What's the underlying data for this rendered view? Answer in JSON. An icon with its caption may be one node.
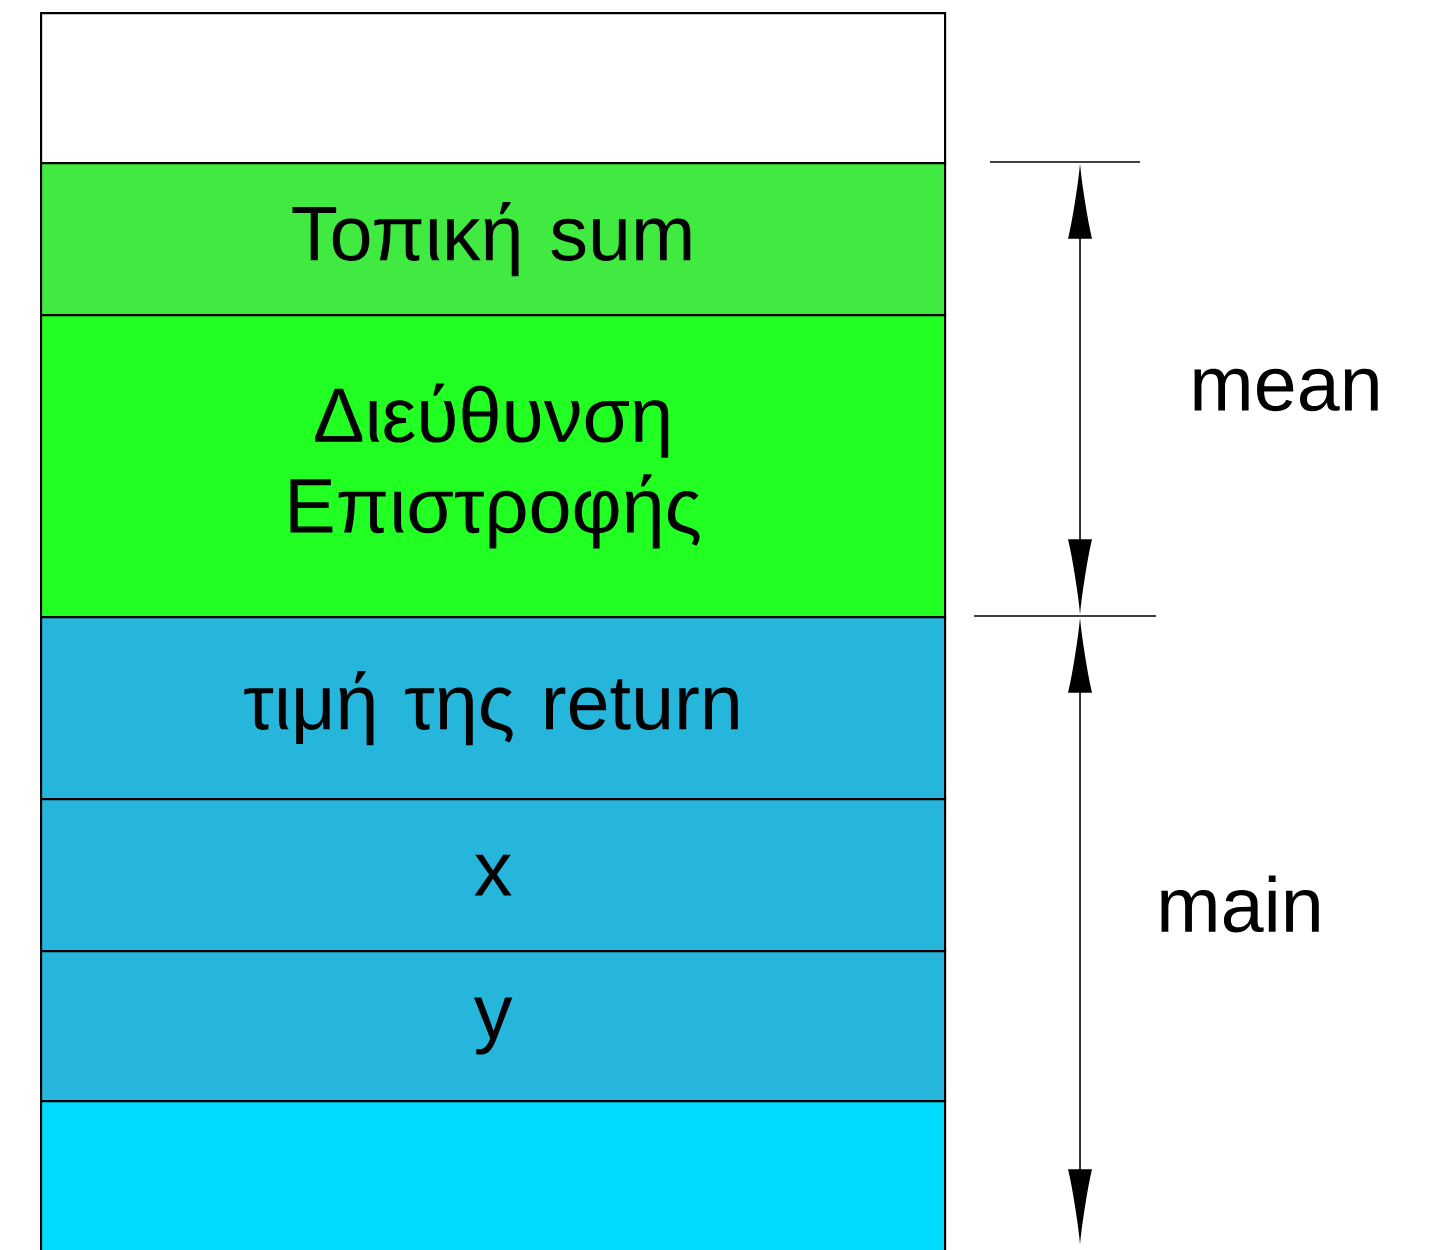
{
  "diagram": {
    "nodes": [
      {
        "text": [],
        "shape": "box"
      },
      {
        "text": [
          "Τοπική sum"
        ]
      },
      {
        "text": [
          "Διεύθυνση Επιστροφής"
        ]
      },
      {
        "text": [
          "τιμή της return"
        ]
      },
      {
        "text": [
          "x"
        ]
      },
      {
        "text": [
          "y"
        ]
      },
      {
        "text": [],
        "shape": "box"
      }
    ],
    "labels": [
      "mean",
      "main"
    ]
  }
}
